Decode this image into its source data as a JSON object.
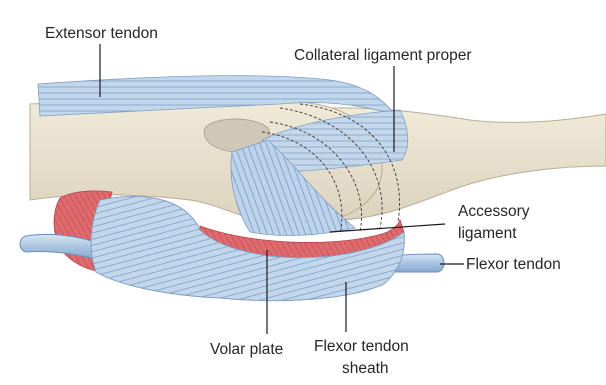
{
  "labels": {
    "extensor_tendon": "Extensor tendon",
    "collateral_ligament_proper": "Collateral ligament proper",
    "accessory_ligament_line1": "Accessory",
    "accessory_ligament_line2": "ligament",
    "flexor_tendon": "Flexor tendon",
    "volar_plate": "Volar plate",
    "flexor_tendon_sheath_line1": "Flexor tendon",
    "flexor_tendon_sheath_line2": "sheath"
  },
  "colors": {
    "bone": "#e9e1d0",
    "ligament": "#bcd2ea",
    "ligament_stroke": "#7f9ec1",
    "volar_plate": "#df6b6e",
    "background": "#ffffff"
  }
}
